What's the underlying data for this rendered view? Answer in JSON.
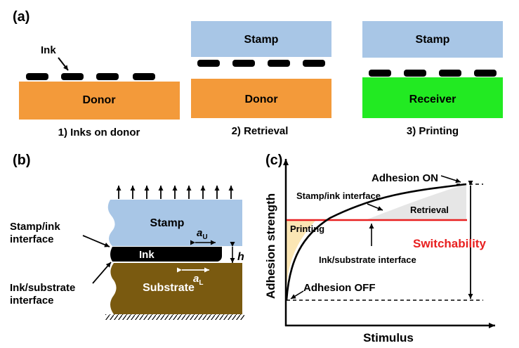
{
  "panel_a": {
    "label": "(a)",
    "step1": {
      "ink_label": "Ink",
      "donor_label": "Donor",
      "caption": "1) Inks on donor"
    },
    "step2": {
      "stamp_label": "Stamp",
      "donor_label": "Donor",
      "caption": "2) Retrieval"
    },
    "step3": {
      "stamp_label": "Stamp",
      "receiver_label": "Receiver",
      "caption": "3) Printing"
    }
  },
  "panel_b": {
    "label": "(b)",
    "stamp_label": "Stamp",
    "ink_label": "Ink",
    "substrate_label": "Substrate",
    "stamp_ink_interface": [
      "Stamp/ink",
      "interface"
    ],
    "ink_substrate_interface": [
      "Ink/substrate",
      "interface"
    ],
    "a_upper": {
      "base": "a",
      "sub": "U"
    },
    "a_lower": {
      "base": "a",
      "sub": "L"
    },
    "h_label": "h"
  },
  "panel_c": {
    "label": "(c)",
    "xlabel": "Stimulus",
    "ylabel": "Adhesion strength",
    "adhesion_on": "Adhesion ON",
    "adhesion_off": "Adhesion OFF",
    "stamp_ink_curve_label": "Stamp/ink interface",
    "ink_substrate_line_label": "Ink/substrate interface",
    "printing_region": "Printing",
    "retrieval_region": "Retrieval",
    "switchability": "Switchability"
  },
  "colors": {
    "stamp": "#a8c6e6",
    "donor": "#f39a3a",
    "receiver": "#22ea22",
    "substrate": "#7a5a10",
    "ink": "#000000",
    "red_line": "#e82020",
    "switchability_text": "#e82020",
    "printing_fill": "#fbe6b4",
    "retrieval_fill": "#e6e6e6"
  }
}
